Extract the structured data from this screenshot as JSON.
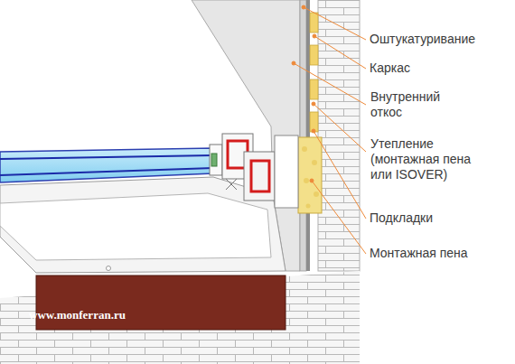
{
  "diagram": {
    "labels": [
      "Оштукатуривание",
      "Каркас",
      "Внутренний откос",
      "Утепление (монтажная пена или ISOVER)",
      "Подкладки",
      "Монтажная пена",
      "www.monferran.ru"
    ]
  }
}
